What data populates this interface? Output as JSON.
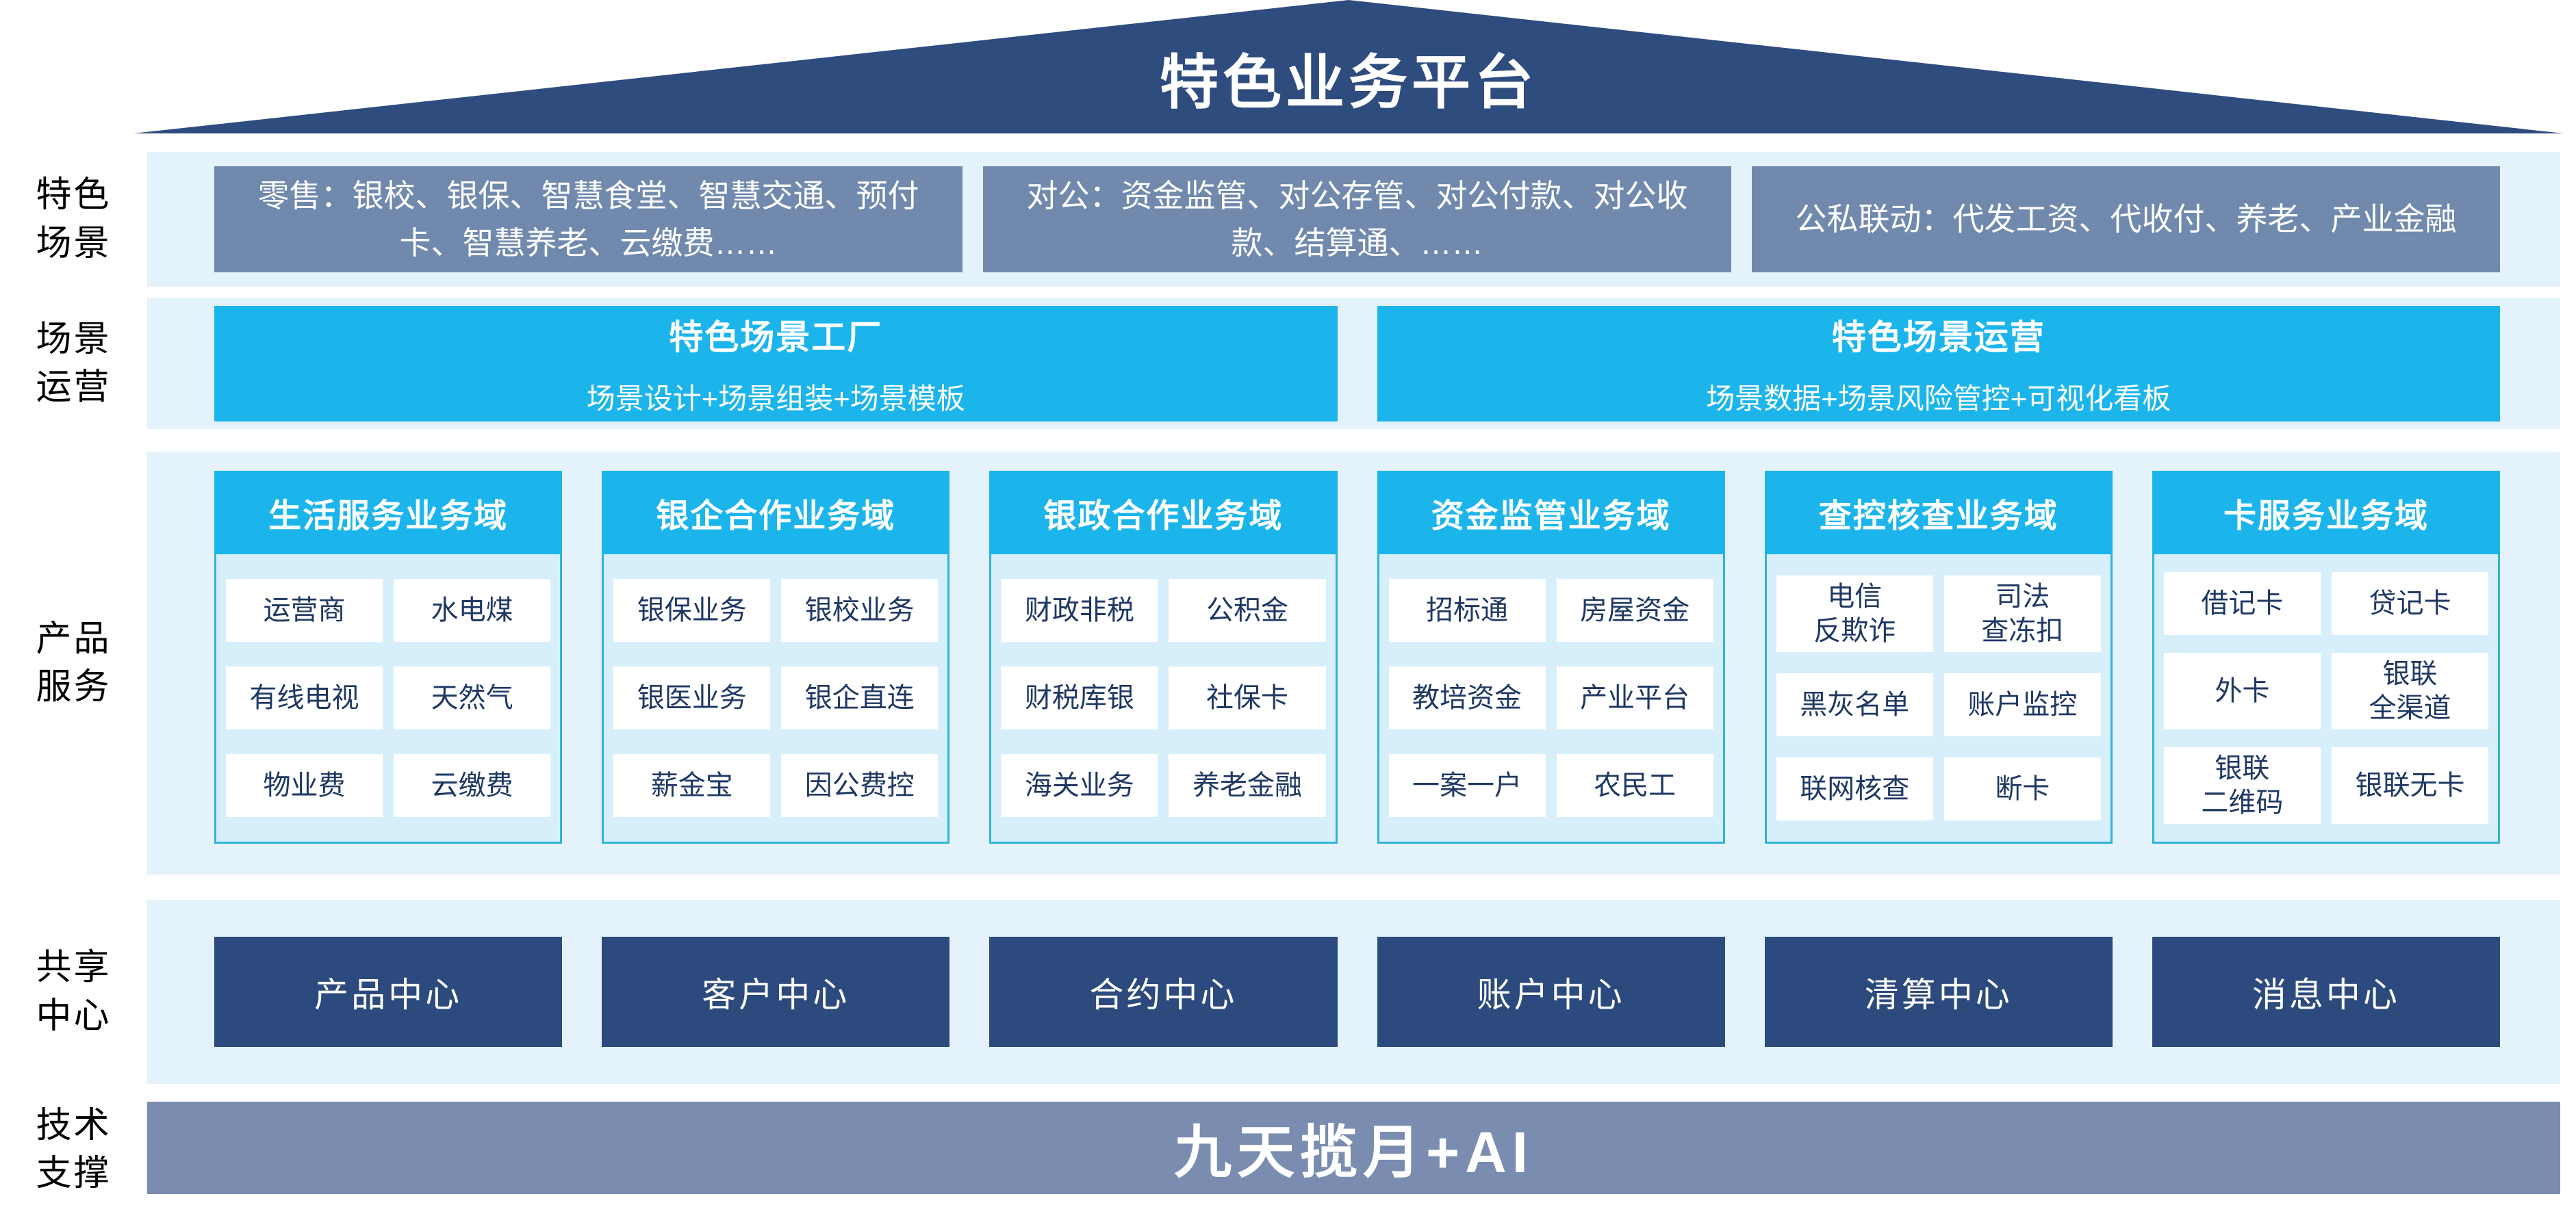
{
  "colors": {
    "roof_navy": "#2E4C7E",
    "scene_box_slate": "#7089AD",
    "band_light_blue": "#E4F3FB",
    "accent_cyan": "#1CB5EB",
    "column_body_blue": "#D7EFFA",
    "column_border_cyan": "#2FB3DC",
    "cell_text_navy": "#1F3864",
    "center_box_navy": "#2C4A7D",
    "tech_bar_slate": "#7A8DB0"
  },
  "roof": {
    "title": "特色业务平台"
  },
  "scenes": {
    "label": "特色\n场景",
    "boxes": [
      "零售：银校、银保、智慧食堂、智慧交通、预付卡、智慧养老、云缴费……",
      "对公：资金监管、对公存管、对公付款、对公收款、结算通、……",
      "公私联动：代发工资、代收付、养老、产业金融"
    ]
  },
  "operations": {
    "label": "场景\n运营",
    "boxes": [
      {
        "title": "特色场景工厂",
        "subtitle": "场景设计+场景组装+场景模板"
      },
      {
        "title": "特色场景运营",
        "subtitle": "场景数据+场景风险管控+可视化看板"
      }
    ]
  },
  "products": {
    "label": "产品\n服务",
    "columns": [
      {
        "header": "生活服务业务域",
        "cells": [
          "运营商",
          "水电煤",
          "有线电视",
          "天然气",
          "物业费",
          "云缴费"
        ]
      },
      {
        "header": "银企合作业务域",
        "cells": [
          "银保业务",
          "银校业务",
          "银医业务",
          "银企直连",
          "薪金宝",
          "因公费控"
        ]
      },
      {
        "header": "银政合作业务域",
        "cells": [
          "财政非税",
          "公积金",
          "财税库银",
          "社保卡",
          "海关业务",
          "养老金融"
        ]
      },
      {
        "header": "资金监管业务域",
        "cells": [
          "招标通",
          "房屋资金",
          "教培资金",
          "产业平台",
          "一案一户",
          "农民工"
        ]
      },
      {
        "header": "查控核查业务域",
        "cells": [
          "电信\n反欺诈",
          "司法\n查冻扣",
          "黑灰名单",
          "账户监控",
          "联网核查",
          "断卡"
        ]
      },
      {
        "header": "卡服务业务域",
        "cells": [
          "借记卡",
          "贷记卡",
          "外卡",
          "银联\n全渠道",
          "银联\n二维码",
          "银联无卡"
        ]
      }
    ]
  },
  "centers": {
    "label": "共享\n中心",
    "boxes": [
      "产品中心",
      "客户中心",
      "合约中心",
      "账户中心",
      "清算中心",
      "消息中心"
    ]
  },
  "tech": {
    "label": "技术\n支撑",
    "bar": "九天揽月+AI"
  }
}
